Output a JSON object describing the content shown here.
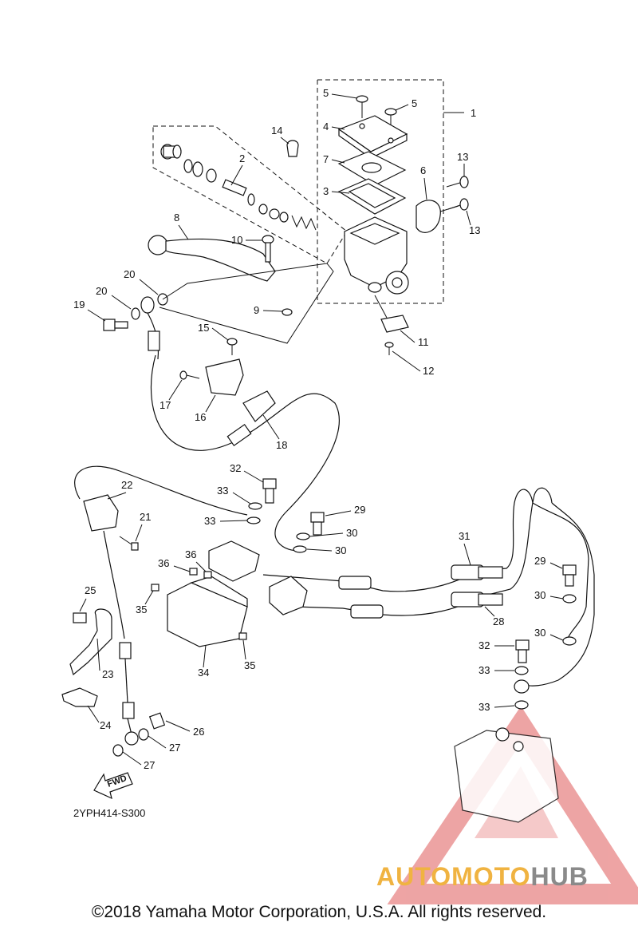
{
  "diagram_code": "2YPH414-S300",
  "fwd_label": "FWD",
  "watermark": {
    "part_a": "AUTOMOTO",
    "part_b": "HUB",
    "color_a": "#f0b341",
    "color_b": "#8a8a8a",
    "triangle_color": "#e05a5a"
  },
  "copyright": "©2018 Yamaha Motor Corporation, U.S.A. All rights reserved.",
  "callouts": {
    "c1": "1",
    "c2": "2",
    "c3": "3",
    "c4": "4",
    "c5a": "5",
    "c5b": "5",
    "c6": "6",
    "c7": "7",
    "c8": "8",
    "c9": "9",
    "c10": "10",
    "c11": "11",
    "c12": "12",
    "c13a": "13",
    "c13b": "13",
    "c14": "14",
    "c15": "15",
    "c16": "16",
    "c17": "17",
    "c18": "18",
    "c19": "19",
    "c20a": "20",
    "c20b": "20",
    "c21": "21",
    "c22": "22",
    "c23": "23",
    "c24": "24",
    "c25": "25",
    "c26": "26",
    "c27a": "27",
    "c27b": "27",
    "c28": "28",
    "c29a": "29",
    "c29b": "29",
    "c30a": "30",
    "c30b": "30",
    "c30c": "30",
    "c30d": "30",
    "c31": "31",
    "c32a": "32",
    "c32b": "32",
    "c33a": "33",
    "c33b": "33",
    "c33c": "33",
    "c33d": "33",
    "c34": "34",
    "c35a": "35",
    "c35b": "35",
    "c36a": "36",
    "c36b": "36"
  }
}
